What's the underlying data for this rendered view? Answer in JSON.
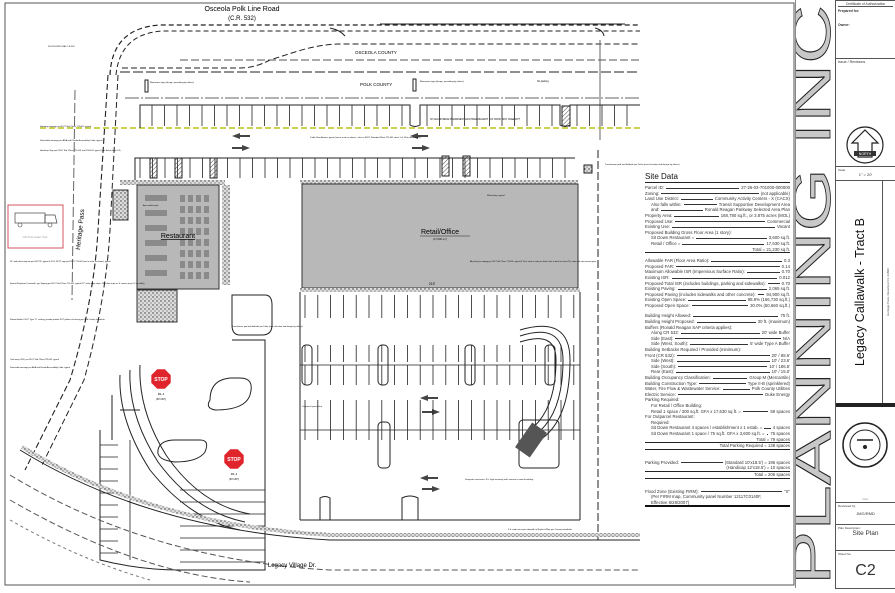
{
  "drawing": {
    "road_top_name": "Osceola Polk Line Road",
    "road_top_number": "(C.R. 532)",
    "county_north": "OSCEOLA COUNTY",
    "county_south": "POLK COUNTY",
    "road_west": "Heritage Pass",
    "road_south": "Legacy Village Dr.",
    "restaurant_label": "Restaurant",
    "retail_label": "Retail/Office",
    "retail_area": "(17,630 s.f.)",
    "retail_width": "215'",
    "stop_sign_text": "STOP",
    "stop_sign_code": "R1-1",
    "stop_sign_size": "(30\"x30\")",
    "notes": {
      "monument_sign_west": "Monument sign (design, permitting by others)",
      "monument_sign_east": "Monument sign (design, permitting by others)",
      "no_parking": "No parking",
      "traffic_flow_arrows": "Traffic Flow Arrows, typical (not to scale as shown - refer to FDOT Standard Plans 711-001 sheet 1 of 14 for dimensions)",
      "transformer_east": "Transformer pad and bollards per Duke (exact location and design by others)",
      "transformer_west": "Transformer pad and bollards per Duke (exact location and design by others)",
      "wheelstop": "Wheelstop, typical",
      "striping": "All parking lot striping per FDOT Std. Plans 711-001, typical (4\" thick, white in color per detail, refer to detail on sheet C4), stripe with slip resistant paint",
      "accessible_path": "Accessible path",
      "dumpster": "Dumpster enclosure: 6 ft. high masonry wall, exterior to match building",
      "sidewalk": "6 ft. wide concrete sidewalk in Right-of-Way per County standards",
      "outparcel_line": "Outparcel parcel line",
      "handicap_striping": "Handicap striping per FDOT Std. Plans 711-001, typical",
      "detectable_warning": "Detectable warnings per ADA and Florida Accessibility Code, typical",
      "handicap_sign": "Handicap Sign per FDOT Std. Plans 711-001 and 700-102, typical (see detail sheet C4)",
      "stop_bar": "24\" wide white stop bar per MUTCD, typical & R1-1 STOP sign per FDOT 711-001 (not to scale as shown), typical",
      "crosswalk": "Special Emphasis Crosswalk, typ. Striping per FDOT Std. Plans 711-001, typical (12\" white edge stripe, 24\" white stripe on 4' centers (max. 8' on width))",
      "raised_divider": "Raised divider, FDOT Type \"D\" curbing, provide painted DOT yellow curb facing per Polk County standards",
      "curb_ramp": "Curb ramp CR-F, per FDOT Std. Plans 522-002, typical",
      "detectable_warning_2": "Detectable warnings per ADA and Florida Accessibility Code, typical",
      "easement": "30' GULFSTREAM PERMANENT GAS PIPELINE ESMT. O.R. BOOK 5033, PAGE 2677",
      "south_rw": "SOUTH R/W LINE C.R.532",
      "inset_caption": "C2N Front Loader Truck"
    }
  },
  "site_data": {
    "title": "Site Data",
    "rows": [
      {
        "k": "Parcel ID:",
        "v": "27-26-03-701000-000000"
      },
      {
        "k": "Zoning:",
        "v": "(not applicable)"
      },
      {
        "k": "Land Use District:",
        "v": "Community Activity Centers - X (CACX)"
      },
      {
        "k": "Also falls within:",
        "v": "Transit Supportive Development Area",
        "ind": true
      },
      {
        "k": "and:",
        "v": "Ronald Reagan Parkway Selected Area Plan",
        "ind": true
      },
      {
        "k": "Property Area:",
        "v": "168,780 sq.ft., or 3.875 acres (MOL)"
      },
      {
        "k": "Proposed Use:",
        "v": "Commercial"
      },
      {
        "k": "Existing Use:",
        "v": "Vacant"
      },
      {
        "k": "Proposed Building Gross Floor Area (1 story):",
        "v": ""
      },
      {
        "k": "Sit Down Restaurant =",
        "v": "3,600 sq.ft.",
        "ind": true
      },
      {
        "k": "Retail / Office =",
        "v": "17,630 sq.ft.",
        "ind": true
      },
      {
        "k": "",
        "v": "Total = 21,230 sq.ft.",
        "tot": true
      },
      {
        "gap": true
      },
      {
        "k": "Allowable FAR (Floor Area Ratio):",
        "v": "0.3"
      },
      {
        "k": "Proposed FAR:",
        "v": "0.14"
      },
      {
        "k": "Maximum Allowable ISR (Impervious Surface Ratio):",
        "v": "0.70"
      },
      {
        "k": "Existing ISR:",
        "v": "0.012"
      },
      {
        "k": "Proposed Total ISR (includes buildings, parking and sidewalks):",
        "v": "0.70"
      },
      {
        "k": "Existing Paving:",
        "v": "2,065 sq.ft."
      },
      {
        "k": "Proposed Paving (includes sidewalks and other concrete):",
        "v": "94,900 sq.ft."
      },
      {
        "k": "Existing Open Space:",
        "v": "98.8% (166,730 sq.ft.)"
      },
      {
        "k": "Proposed Open Space:",
        "v": "30.0% (50,660 sq.ft.)"
      },
      {
        "gap": true
      },
      {
        "k": "Building Height Allowed:",
        "v": "75 ft."
      },
      {
        "k": "Building Height Proposed:",
        "v": "30 ft. (maximum)"
      },
      {
        "k": "Buffers (Ronald Reagan SAP criteria applies):",
        "v": ""
      },
      {
        "k": "Along CR 532:",
        "v": "20' wide Buffer",
        "ind": true
      },
      {
        "k": "Side (East):",
        "v": "N/A",
        "ind": true
      },
      {
        "k": "Side (West, South):",
        "v": "5' wide Type A Buffer",
        "ind": true
      },
      {
        "k": "Building Setbacks Required / Provided (minimum):",
        "v": ""
      },
      {
        "k": "Front (CR 532):",
        "v": "20' / 88.6'"
      },
      {
        "k": "Side (West):",
        "v": "10' / 23.6'",
        "ind": true
      },
      {
        "k": "Side (South):",
        "v": "10' / 186.5'",
        "ind": true
      },
      {
        "k": "Rear (East):",
        "v": "10' / 15.0'",
        "ind": true
      },
      {
        "k": "Building Occupancy Classification:",
        "v": "Group M (Mercantile)"
      },
      {
        "k": "Building Construction Type:",
        "v": "Type II-B (sprinklered)"
      },
      {
        "k": "Water, Fire Flow & Wastewater Service:",
        "v": "Polk County Utilities"
      },
      {
        "k": "Electric Service:",
        "v": "Duke Energy"
      },
      {
        "k": "Parking Required:",
        "v": ""
      },
      {
        "k": "For Retail / Office Building:",
        "v": "",
        "ind": true
      },
      {
        "k": "Retail 1 space / 300 sq.ft. GFA x 17,630 sq.ft. =",
        "v": "59 spaces",
        "ind": true
      },
      {
        "k": "For Outparcel Restaurant:",
        "v": ""
      },
      {
        "k": "Required:",
        "v": "",
        "ind": true
      },
      {
        "k": "Sit Down Restaurant 4 spaces / establishment x 1 estab. =",
        "v": "4 spaces",
        "ind": true
      },
      {
        "k": "Sit Down Restaurant 1 space / 75 sq.ft. GFA x 3,600 sq.ft. =",
        "v": "75 spaces",
        "ind": true
      },
      {
        "k": "",
        "v": "Total = 79 spaces",
        "tot": true
      },
      {
        "k": "",
        "v": "Total Parking Required = 138 spaces",
        "tot": true
      },
      {
        "gap": true
      },
      {
        "gap": true
      },
      {
        "k": "Parking Provided:",
        "v": "(Standard 10'x18.5') = 196 spaces"
      },
      {
        "k": "",
        "v": "(Handicap 12'x18.5') = 10 spaces",
        "tot": true
      },
      {
        "k": "",
        "v": "Total = 206 spaces",
        "tot": true
      },
      {
        "gap": true
      },
      {
        "gap": true
      },
      {
        "k": "Flood Zone (Existing FIRM):",
        "v": "\"X\""
      },
      {
        "k": "(Per FIRM map, Community panel Number 12117C0140F,",
        "v": "",
        "ind": true
      },
      {
        "k": "Effective 8/28/2007)",
        "v": "",
        "ind": true,
        "flood": true
      }
    ]
  },
  "brand": {
    "lettering": "PLANNING INC"
  },
  "title_block": {
    "certificate": "Certificate of Authorization",
    "prepared_for_label": "Prepared for:",
    "owner_label": "Owner:",
    "issue_label": "Issue / Revisions",
    "north_label": "NORTH",
    "scale_label": "Scale:",
    "scale_value": "1\" = 20'",
    "project_title": "Legacy Callawalk - Tract B",
    "project_location": "Heritage Pass, Davenport FL 33896",
    "date_label": "Date",
    "reviewed_label": "Reviewed by:",
    "reviewed_value": "JMG/RMD",
    "plan_desc_label": "Plan Description:",
    "plan_desc_value": "Site Plan",
    "sheet_label": "Sheet No.",
    "sheet_value": "C2"
  },
  "colors": {
    "line": "#222222",
    "building_fill": "#b8b8b8",
    "easement_line": "#b7c41a",
    "stop_sign": "#e0242c",
    "inset_border": "#d0575f",
    "brand_letters": "#c8c8c8"
  }
}
